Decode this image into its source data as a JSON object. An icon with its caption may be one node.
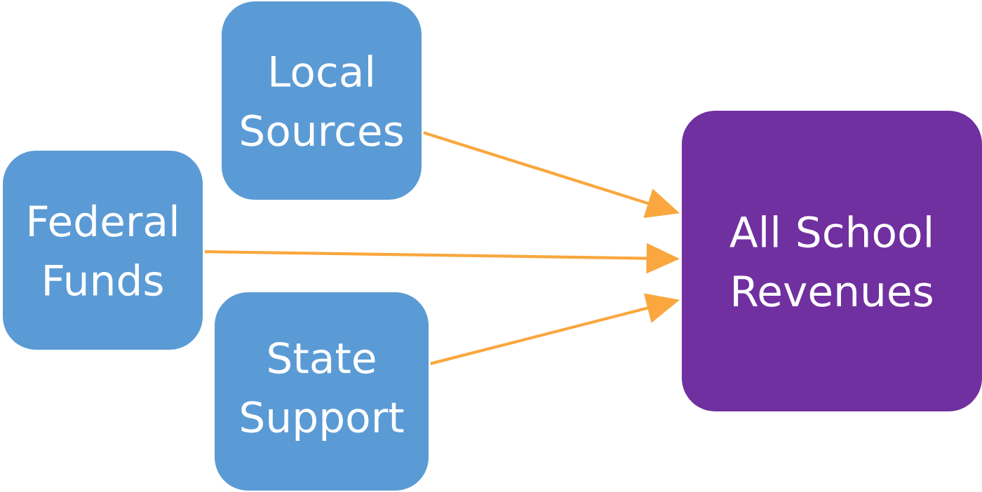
{
  "diagram": {
    "nodes": [
      {
        "text": [
          "Local Sources"
        ]
      },
      {
        "text": [
          "Federal Funds"
        ]
      },
      {
        "text": [
          "State Support"
        ]
      },
      {
        "text": [
          "All School Revenues"
        ]
      }
    ],
    "edges": [
      {
        "from": 0,
        "to": 3,
        "arrow": "to"
      },
      {
        "from": 1,
        "to": 3,
        "arrow": "to"
      },
      {
        "from": 2,
        "to": 3,
        "arrow": "to"
      }
    ]
  }
}
